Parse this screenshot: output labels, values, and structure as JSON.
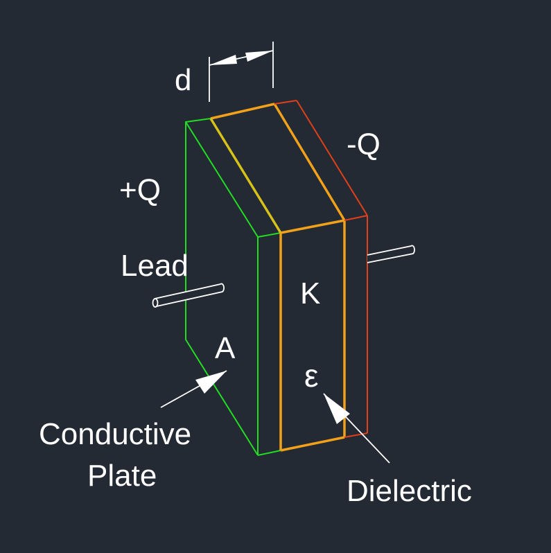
{
  "labels": {
    "d": "d",
    "plus_q": "+Q",
    "minus_q": "-Q",
    "lead": "Lead",
    "k": "K",
    "a": "A",
    "epsilon": "ε",
    "conductive_plate_line1": "Conductive",
    "conductive_plate_line2": "Plate",
    "dielectric": "Dielectric"
  },
  "colors": {
    "background": "#242a33",
    "positive_plate": "#22dd22",
    "dielectric_edge": "#f2a21a",
    "transition_edge": "#d7c21a",
    "negative_plate": "#e0401a",
    "annotation": "#ffffff"
  }
}
